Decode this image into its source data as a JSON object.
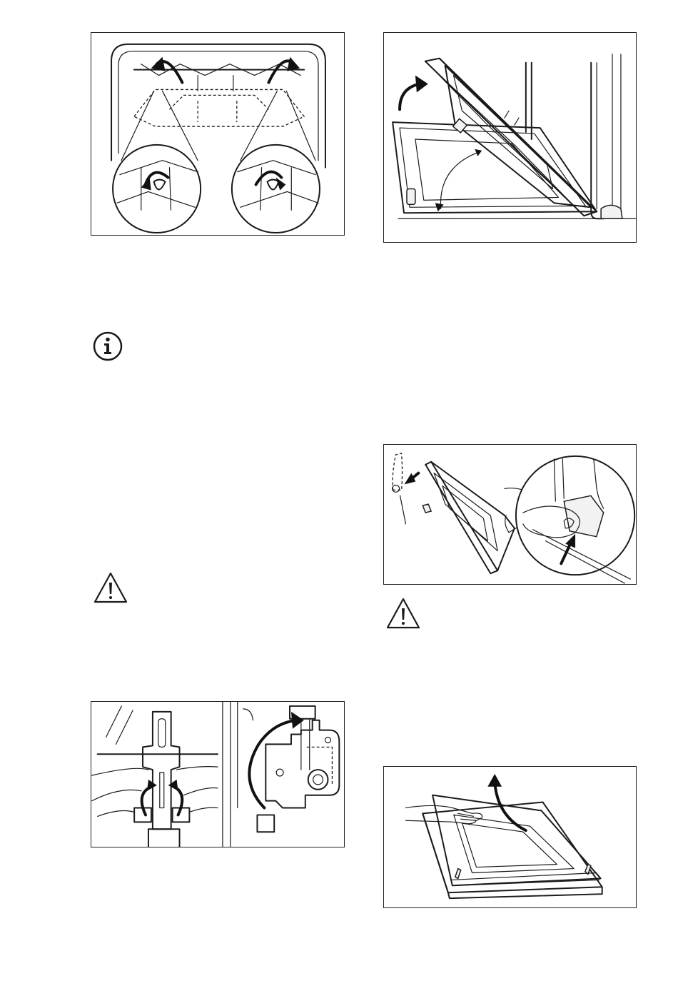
{
  "page": {
    "background": "#ffffff",
    "line_color": "#1a1a1a"
  },
  "figures": [
    {
      "id": "shelf-support-removal",
      "icons": [
        "curved-arrow-icon",
        "magnifier-circle-icon"
      ]
    },
    {
      "id": "oven-door-hinge-lift",
      "icons": [
        "curved-arrow-icon"
      ]
    },
    {
      "id": "door-glass-panel-removal",
      "icons": [
        "straight-arrow-icon",
        "magnifier-circle-icon"
      ]
    },
    {
      "id": "hinge-lever-release",
      "icons": [
        "curved-arrow-icon"
      ]
    },
    {
      "id": "door-panel-slide-out",
      "icons": [
        "curved-arrow-icon",
        "hand-icon"
      ]
    }
  ],
  "notices": [
    {
      "type": "info",
      "icon": "info-circle-icon"
    },
    {
      "type": "warning",
      "icon": "warning-triangle-icon"
    },
    {
      "type": "warning",
      "icon": "warning-triangle-icon"
    }
  ]
}
